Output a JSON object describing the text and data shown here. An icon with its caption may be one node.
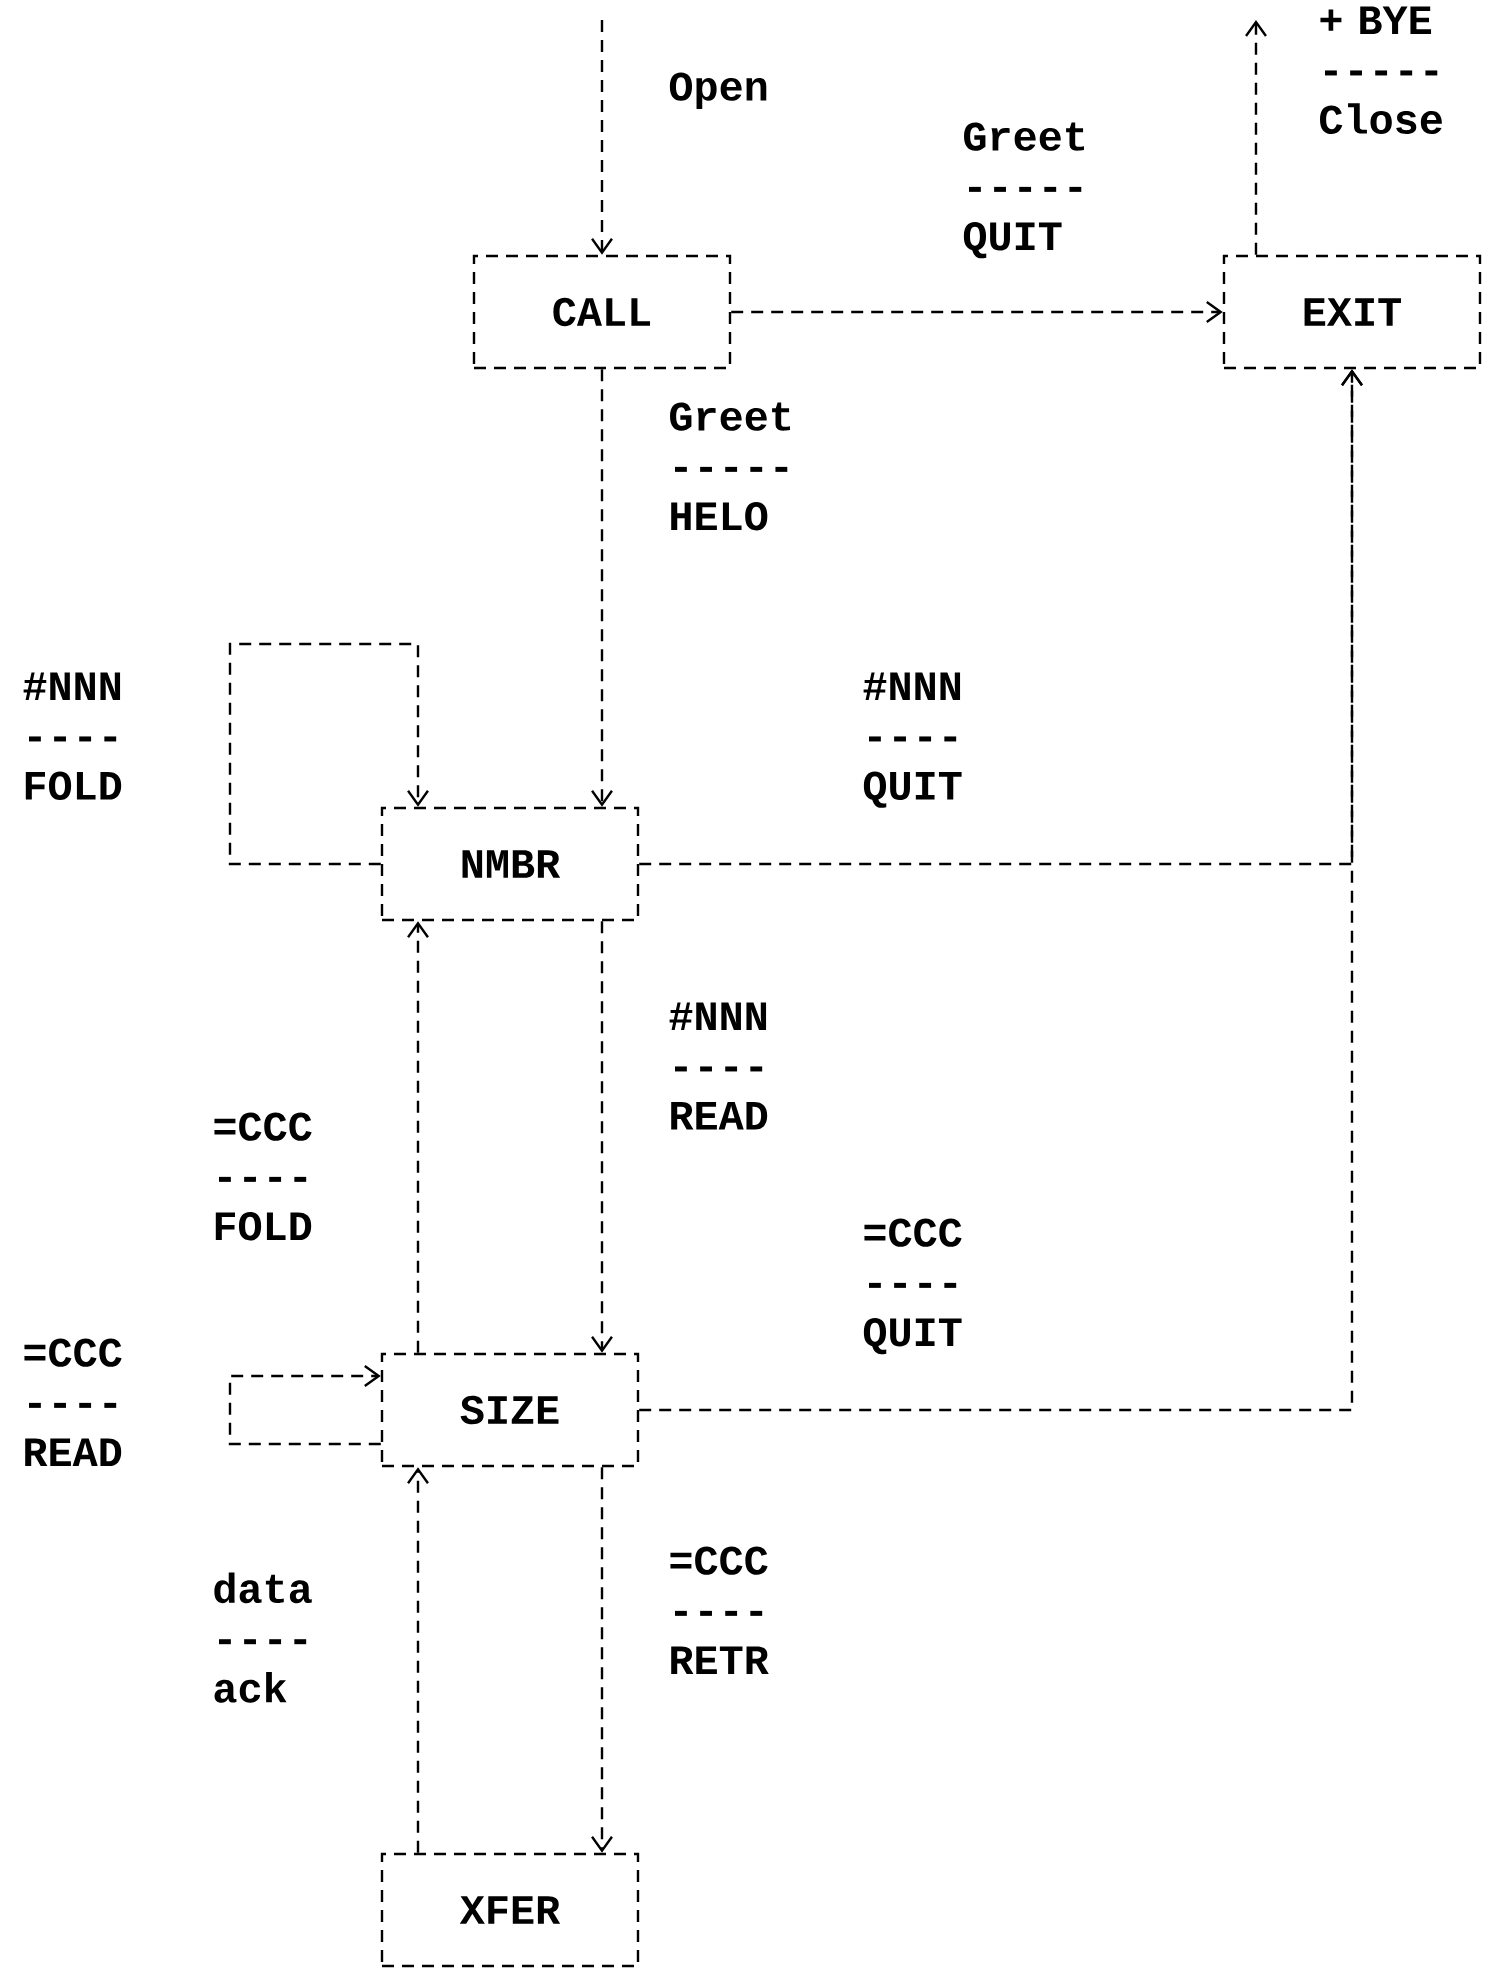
{
  "diagram": {
    "nodes": [
      {
        "text": [
          "CALL"
        ]
      },
      {
        "text": [
          "EXIT"
        ]
      },
      {
        "text": [
          "NMBR"
        ]
      },
      {
        "text": [
          "SIZE"
        ]
      },
      {
        "text": [
          "XFER"
        ]
      }
    ],
    "edges": [
      {
        "from": null,
        "to": 0,
        "arrow": "to",
        "label": "Open"
      },
      {
        "from": 0,
        "to": 1,
        "arrow": "to",
        "label": "Greet ----- QUIT"
      },
      {
        "from": 0,
        "to": 2,
        "arrow": "to",
        "label": "Greet ----- HELO"
      },
      {
        "from": 2,
        "to": 2,
        "arrow": "to",
        "label": "#NNN ---- FOLD"
      },
      {
        "from": 2,
        "to": 1,
        "arrow": "to",
        "label": "#NNN ---- QUIT"
      },
      {
        "from": 2,
        "to": 3,
        "arrow": "to",
        "label": "#NNN ---- READ"
      },
      {
        "from": 3,
        "to": 2,
        "arrow": "to",
        "label": "=CCC ---- FOLD"
      },
      {
        "from": 3,
        "to": 3,
        "arrow": "to",
        "label": "=CCC ---- READ"
      },
      {
        "from": 3,
        "to": 1,
        "arrow": "to",
        "label": "=CCC ---- QUIT"
      },
      {
        "from": 3,
        "to": 4,
        "arrow": "to",
        "label": "=CCC ---- RETR"
      },
      {
        "from": 4,
        "to": 3,
        "arrow": "to",
        "label": "data ---- ack"
      },
      {
        "from": 1,
        "to": null,
        "arrow": "to",
        "label": "+ BYE ----- Close"
      }
    ]
  }
}
